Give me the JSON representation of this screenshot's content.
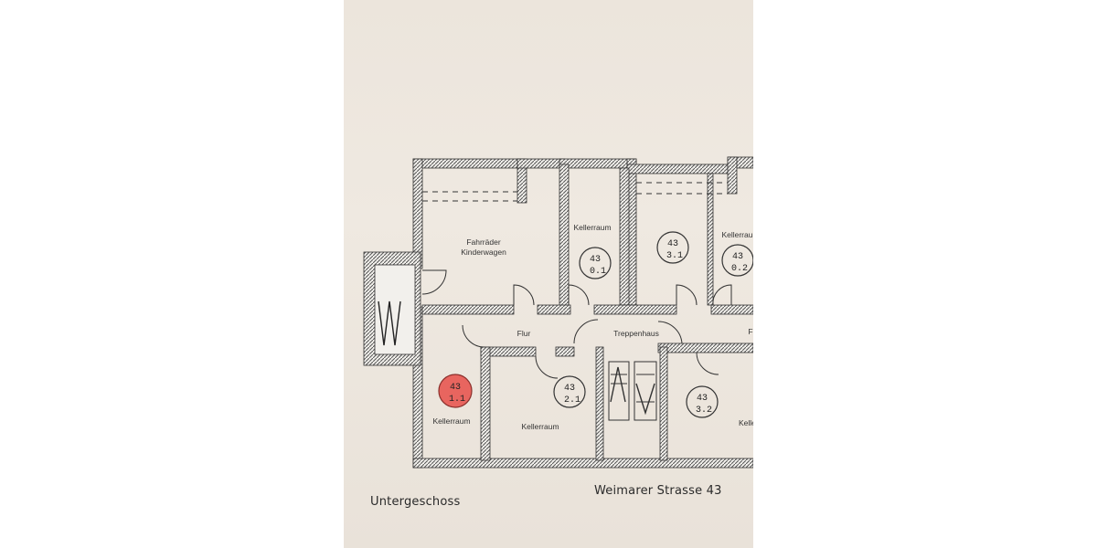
{
  "plan": {
    "rooms": {
      "bikes_line1": "Fahrräder",
      "bikes_line2": "Kinderwagen",
      "cellar_top_left": "Kellerraum",
      "cellar_top_right": "Kellerraum",
      "corridor": "Flur",
      "stairwell": "Treppenhaus",
      "cellar_bottom_left": "Kellerraum",
      "cellar_bottom_mid": "Kellerraum",
      "cellar_bottom_right": "Keller",
      "cut_right": "F"
    },
    "units": [
      {
        "top": "43",
        "bottom": "0.1"
      },
      {
        "top": "43",
        "bottom": "3.1"
      },
      {
        "top": "43",
        "bottom": "0.2"
      },
      {
        "top": "43",
        "bottom": "1.1"
      },
      {
        "top": "43",
        "bottom": "2.1"
      },
      {
        "top": "43",
        "bottom": "3.2"
      }
    ],
    "highlighted_unit": "1.1",
    "highlight_color": "#e8655f",
    "wall_color": "#555555",
    "floor_label": "Untergeschoss",
    "address": "Weimarer Strasse 43"
  }
}
